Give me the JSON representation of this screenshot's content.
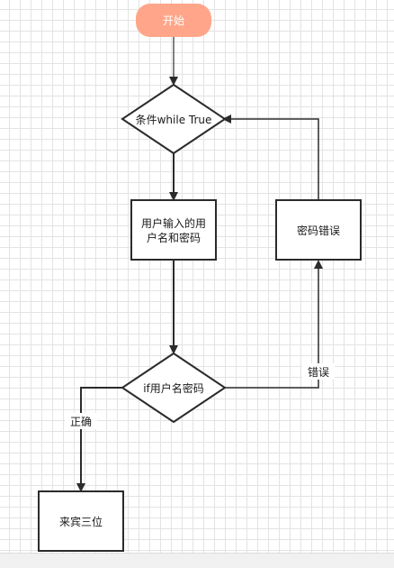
{
  "nodes": {
    "start": "开始",
    "loop_condition": "条件while True",
    "input_line1": "用户输入的用",
    "input_line2": "户名和密码",
    "check_condition": "if用户名密码",
    "password_error": "密码错误",
    "welcome": "来宾三位"
  },
  "edges": {
    "correct": "正确",
    "wrong": "错误"
  },
  "colors": {
    "start_fill": "#ffa68a",
    "stroke": "#2b2b2b",
    "grid": "#e3e3e3"
  }
}
